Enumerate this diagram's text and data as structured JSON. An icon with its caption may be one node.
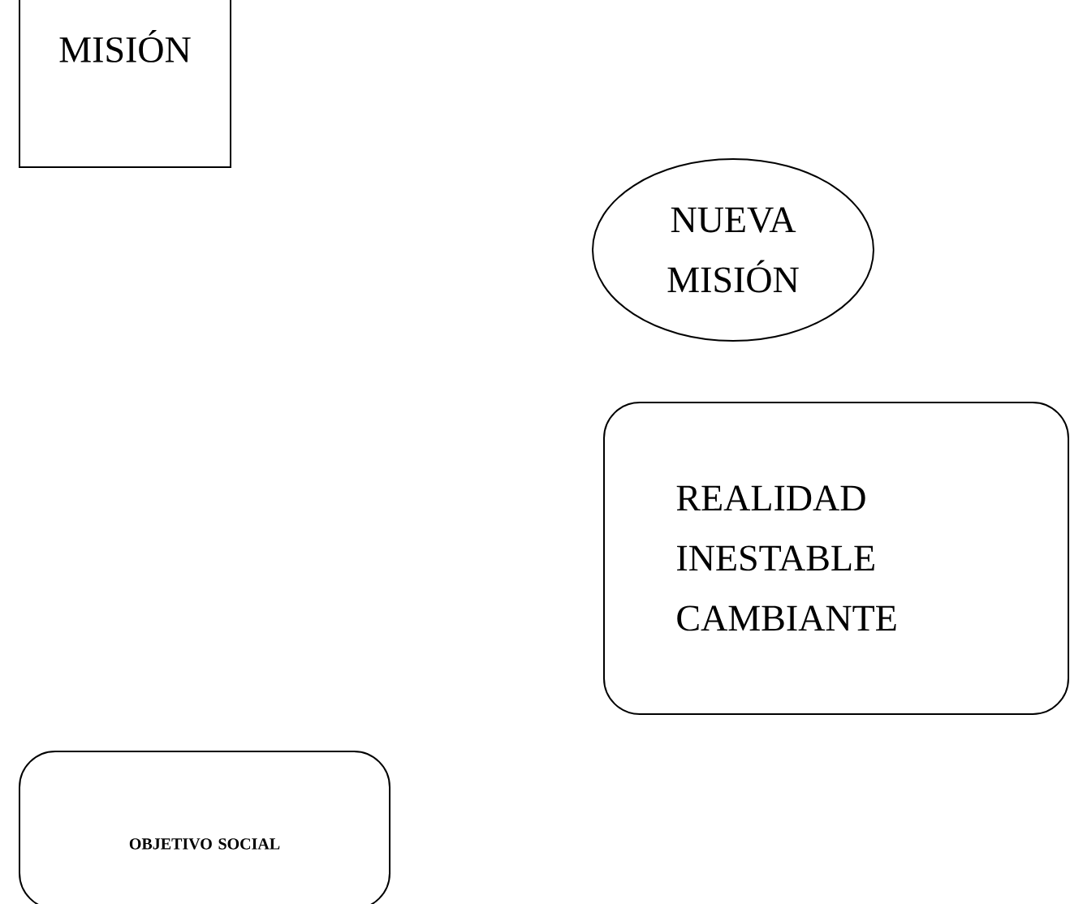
{
  "diagram": {
    "nodes": [
      {
        "text": [
          "MISIÓN"
        ]
      },
      {
        "text": [
          "NUEVA MISIÓN"
        ]
      },
      {
        "text": [
          "REALIDAD INESTABLE CAMBIANTE"
        ]
      },
      {
        "text": [
          "OBJETIVO SOCIAL"
        ]
      }
    ]
  }
}
